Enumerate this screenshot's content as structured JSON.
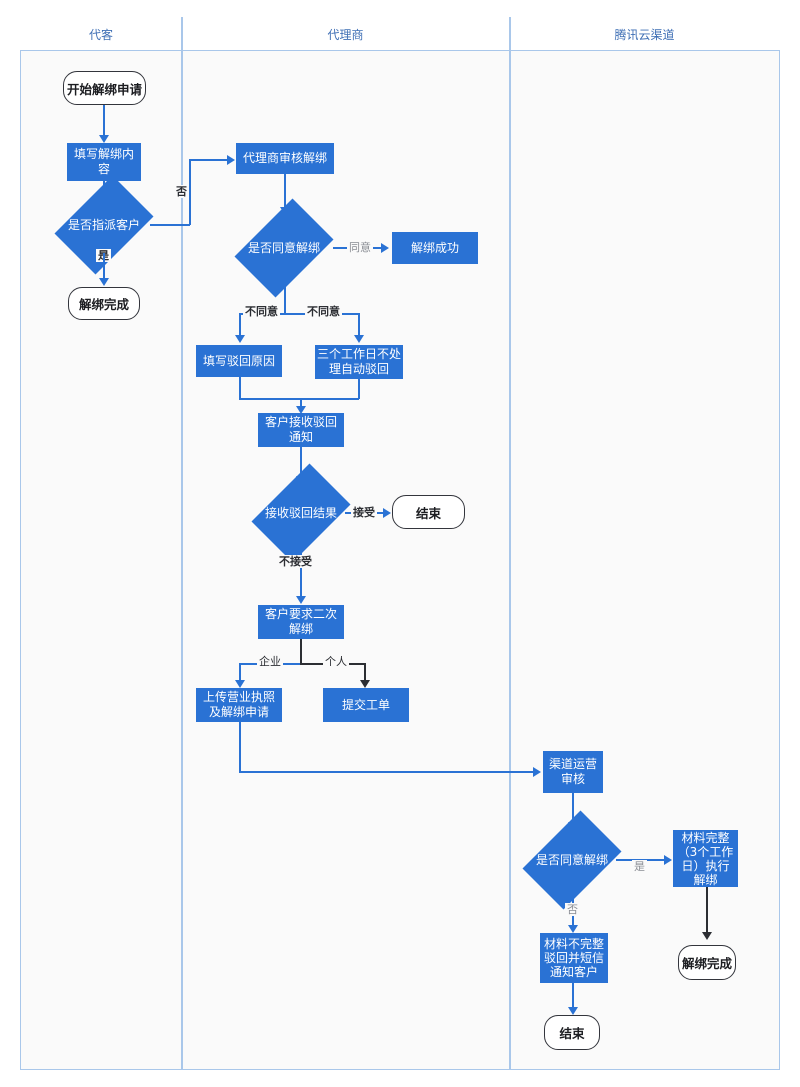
{
  "diagram": {
    "type": "swimlane-flowchart",
    "lanes": [
      {
        "id": "lane-customer",
        "title": "代客"
      },
      {
        "id": "lane-agent",
        "title": "代理商"
      },
      {
        "id": "lane-tencent",
        "title": "腾讯云渠道"
      }
    ],
    "colors": {
      "node_fill": "#2a72d4",
      "node_text": "#ffffff",
      "terminator_border": "#33353c",
      "lane_border": "#a9c7ea",
      "lane_title": "#3f6fb5",
      "edge": "#2a72d4",
      "edge_dark": "#2c2e33",
      "lane_bg": "#fafafa"
    },
    "nodes": {
      "start_apply": "开始解绑申请",
      "fill_unbind": "填写解绑内\n容",
      "assign_customer": "是否指派客户",
      "unbind_done_1": "解绑完成",
      "agent_review": "代理商审核解绑",
      "agree_unbind": "是否同意解绑",
      "unbind_success": "解绑成功",
      "fill_reject_reason": "填写驳回原因",
      "auto_reject": "三个工作日不处\n理自动驳回",
      "customer_receive_reject": "客户接收驳回\n通知",
      "receive_reject_result": "接收驳回结果",
      "end_1": "结束",
      "second_unbind_request": "客户要求二次\n解绑",
      "upload_license": "上传营业执照\n及解绑申请",
      "submit_ticket": "提交工单",
      "channel_review": "渠道运营\n审核",
      "agree_unbind_2": "是否同意解绑",
      "material_complete": "材料完整\n（3个工作\n日）执行\n解绑",
      "material_incomplete": "材料不完整\n驳回并短信\n通知客户",
      "unbind_done_2": "解绑完成",
      "end_2": "结束"
    },
    "edge_labels": {
      "no_assign": "否",
      "yes_assign": "是",
      "agree": "同意",
      "disagree_left": "不同意",
      "disagree_right": "不同意",
      "accept": "接受",
      "not_accept": "不接受",
      "enterprise": "企业",
      "individual": "个人",
      "yes_channel": "是",
      "no_channel": "否"
    }
  }
}
